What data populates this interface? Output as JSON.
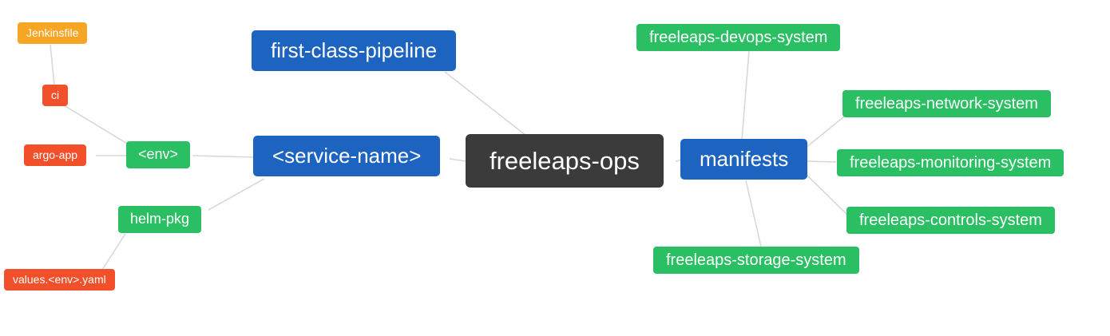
{
  "colors": {
    "root_bg": "#3b3b3b",
    "primary_bg": "#1d63c0",
    "green_bg": "#29bf62",
    "orange_bg": "#f6a623",
    "red_bg": "#f1502b",
    "edge": "#d8d8d8",
    "node_text": "#ffffff",
    "background": "#ffffff"
  },
  "mindmap": {
    "root": {
      "label": "freeleaps-ops",
      "children": {
        "first_class_pipeline": {
          "label": "first-class-pipeline"
        },
        "service_name": {
          "label": "<service-name>",
          "children": {
            "env": {
              "label": "<env>",
              "children": {
                "ci": {
                  "label": "ci",
                  "children": {
                    "jenkinsfile": {
                      "label": "Jenkinsfile"
                    }
                  }
                },
                "argo_app": {
                  "label": "argo-app"
                }
              }
            },
            "helm_pkg": {
              "label": "helm-pkg",
              "children": {
                "values_env_yaml": {
                  "label": "values.<env>.yaml"
                }
              }
            }
          }
        },
        "manifests": {
          "label": "manifests",
          "children": {
            "devops_system": {
              "label": "freeleaps-devops-system"
            },
            "network_system": {
              "label": "freeleaps-network-system"
            },
            "monitoring_system": {
              "label": "freeleaps-monitoring-system"
            },
            "controls_system": {
              "label": "freeleaps-controls-system"
            },
            "storage_system": {
              "label": "freeleaps-storage-system"
            }
          }
        }
      }
    },
    "edges": [
      [
        "freeleaps-ops",
        "first-class-pipeline"
      ],
      [
        "freeleaps-ops",
        "<service-name>"
      ],
      [
        "freeleaps-ops",
        "manifests"
      ],
      [
        "<service-name>",
        "<env>"
      ],
      [
        "<env>",
        "ci"
      ],
      [
        "ci",
        "Jenkinsfile"
      ],
      [
        "<env>",
        "argo-app"
      ],
      [
        "<service-name>",
        "helm-pkg"
      ],
      [
        "helm-pkg",
        "values.<env>.yaml"
      ],
      [
        "manifests",
        "freeleaps-devops-system"
      ],
      [
        "manifests",
        "freeleaps-network-system"
      ],
      [
        "manifests",
        "freeleaps-monitoring-system"
      ],
      [
        "manifests",
        "freeleaps-controls-system"
      ],
      [
        "manifests",
        "freeleaps-storage-system"
      ]
    ]
  }
}
